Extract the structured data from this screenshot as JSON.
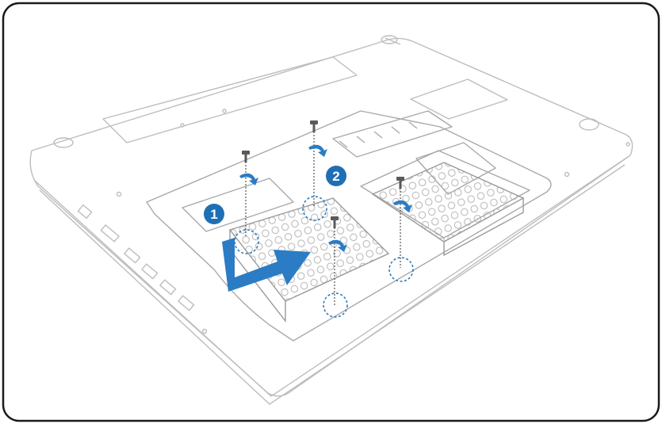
{
  "diagram": {
    "steps": [
      {
        "number": "1"
      },
      {
        "number": "2"
      }
    ],
    "colors": {
      "frame": "#1a1a1a",
      "outline": "#bdbdbd",
      "accent": "#2b7cc4",
      "accent_dark": "#1f6fb5",
      "screw": "#5a5a5a"
    },
    "icons": [
      "laptop-outline",
      "arrow-right-icon",
      "rotate-arrow-icon",
      "screw-icon",
      "screw-hole-highlight"
    ]
  }
}
